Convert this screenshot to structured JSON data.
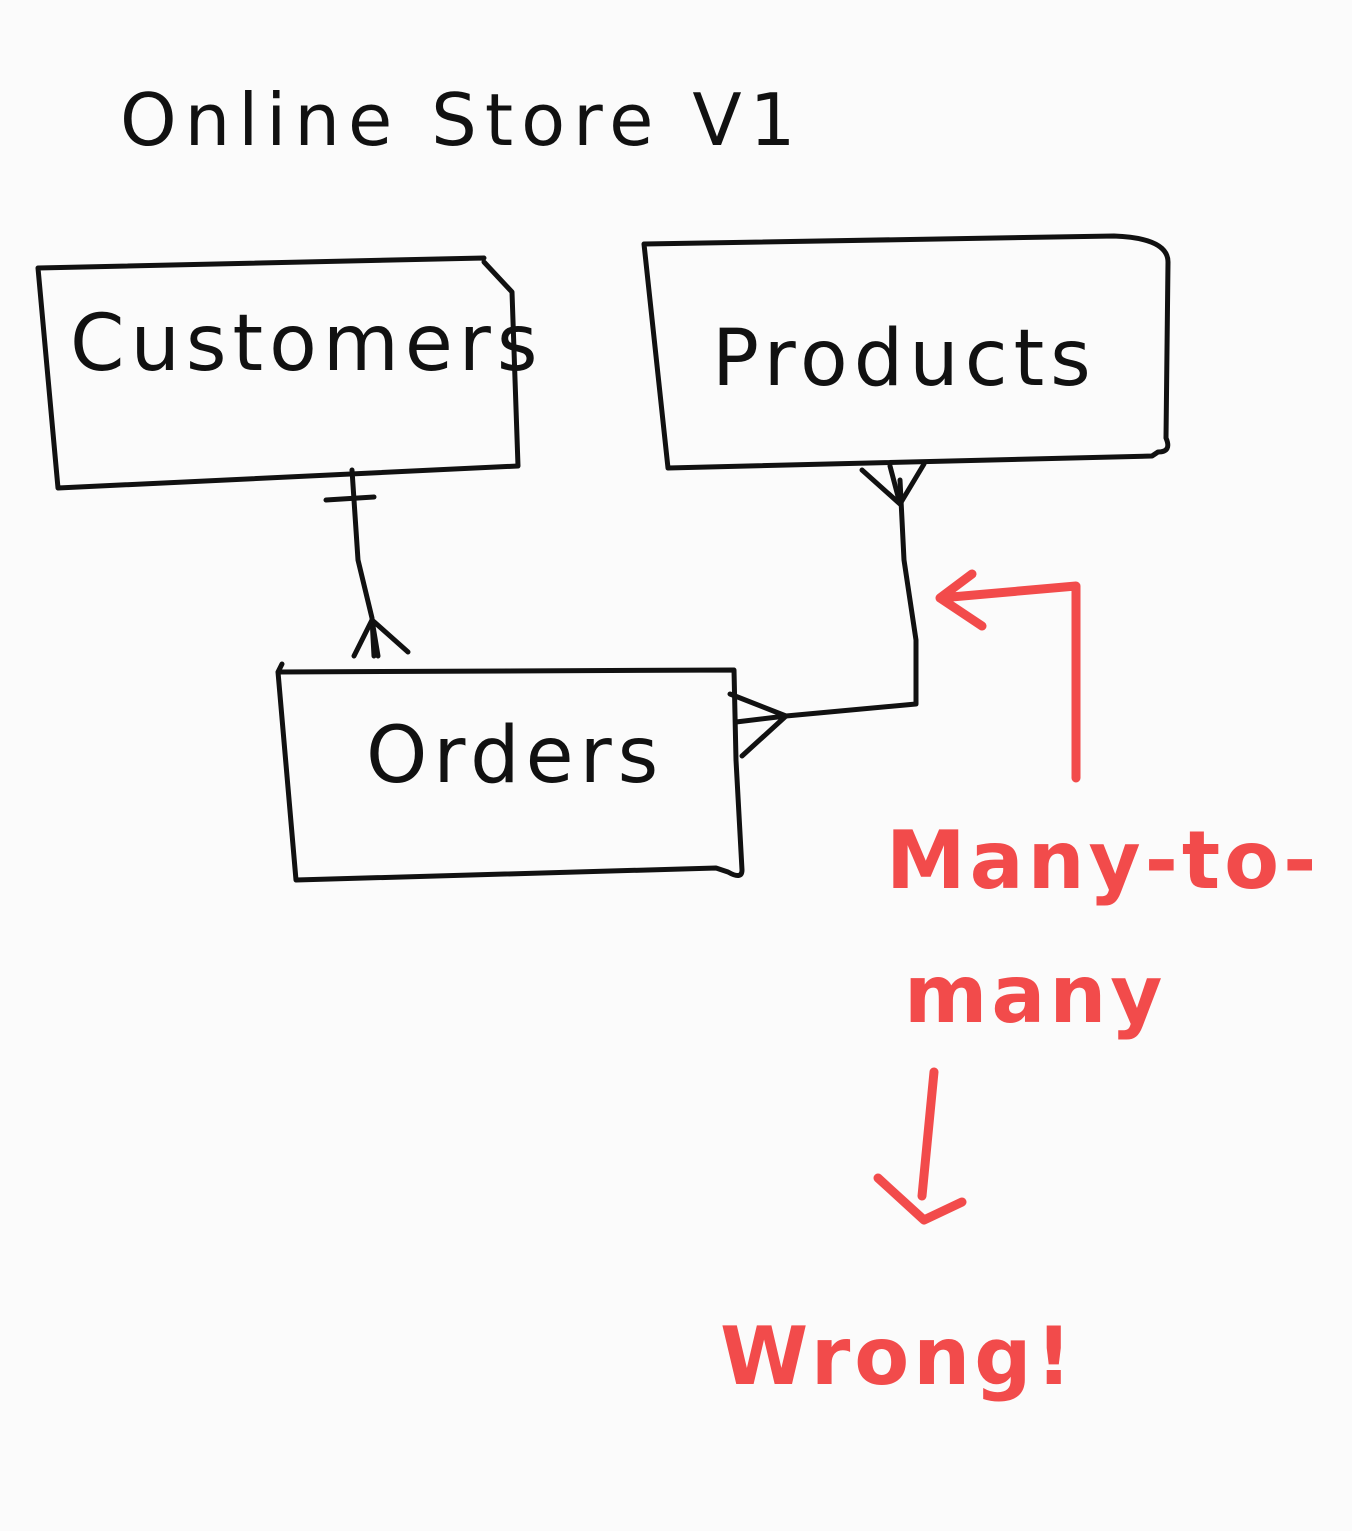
{
  "title": "Online Store V1",
  "entities": {
    "customers": "Customers",
    "products": "Products",
    "orders": "Orders"
  },
  "annotation": {
    "line1": "Many-to-",
    "line2": "many",
    "verdict": "Wrong!"
  },
  "colors": {
    "ink": "#111111",
    "annotation": "#f24b4b",
    "background": "#fbfbfb"
  }
}
